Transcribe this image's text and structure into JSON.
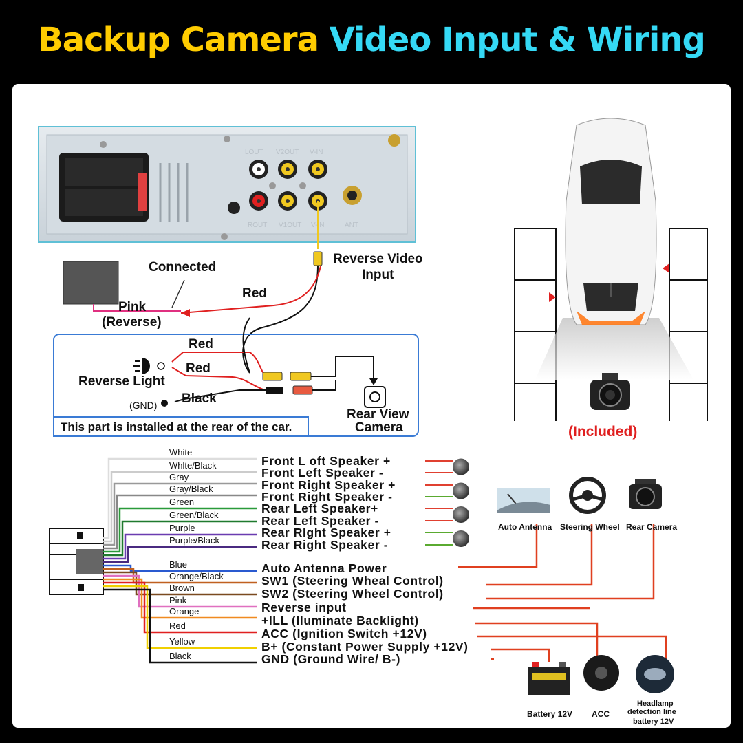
{
  "title": {
    "part1": "Backup Camera",
    "part2": "Video Input & Wiring"
  },
  "colors": {
    "yellow": "#ffcc00",
    "cyan": "#35d9f5",
    "accent_red": "#e0301e",
    "blue_border": "#3a7bd5"
  },
  "head_unit": {
    "port_labels": [
      "LOUT",
      "V2OUT",
      "V-IN",
      "ROUT",
      "V1OUT",
      "V-IN",
      "ANT"
    ],
    "connected_label": "Connected",
    "pink_label": "Pink",
    "reverse_label": "(Reverse)",
    "red_label": "Red",
    "reverse_video_label_line1": "Reverse Video",
    "reverse_video_label_line2": "Input"
  },
  "rear_box": {
    "red_top": "Red",
    "red_mid": "Red",
    "reverse_light": "Reverse Light",
    "gnd": "(GND)",
    "black": "Black",
    "rear_view_line1": "Rear View",
    "rear_view_line2": "Camera",
    "footer": "This part is installed at the rear of the car."
  },
  "car": {
    "included_label": "(Included)"
  },
  "wires": [
    {
      "color": "White",
      "hex": "#dddddd",
      "function": "Front L oft Speaker +"
    },
    {
      "color": "Whlte/Black",
      "hex": "#cccccc",
      "function": "Front Left Speaker -"
    },
    {
      "color": "Gray",
      "hex": "#999999",
      "function": "Front Right Speaker +"
    },
    {
      "color": "Gray/Black",
      "hex": "#888888",
      "function": "Front Right Speaker -"
    },
    {
      "color": "Green",
      "hex": "#2a9a3a",
      "function": "Rear Left Speaker+"
    },
    {
      "color": "Green/Black",
      "hex": "#1f7a2e",
      "function": "Rear Left Speaker -"
    },
    {
      "color": "Purple",
      "hex": "#6a3cb0",
      "function": "Rear RIght Speaker +"
    },
    {
      "color": "Purple/Black",
      "hex": "#4a2a80",
      "function": "Rear Right Speaker -"
    },
    {
      "color": "Blue",
      "hex": "#2a5ad0",
      "function": "Auto Antenna Power"
    },
    {
      "color": "Orange/Black",
      "hex": "#c06020",
      "function": "SW1 (Steering Wheal Control)"
    },
    {
      "color": "Brown",
      "hex": "#7a4a20",
      "function": "SW2 (Steering Wheel Control)"
    },
    {
      "color": "Pink",
      "hex": "#e070c0",
      "function": "Reverse input"
    },
    {
      "color": "Orange",
      "hex": "#f08a20",
      "function": "+ILL (Iluminate Backlight)"
    },
    {
      "color": "Red",
      "hex": "#e02020",
      "function": "ACC (Ignition Switch +12V)"
    },
    {
      "color": "Yellow",
      "hex": "#f0d000",
      "function": "B+ (Constant Power Supply +12V)"
    },
    {
      "color": "Black",
      "hex": "#111111",
      "function": "GND (Ground Wire/ B-)"
    }
  ],
  "accessories": {
    "auto_antenna": "Auto Antenna",
    "steering_wheel": "Steering Wheel",
    "rear_camera": "Rear Camera",
    "battery": "Battery 12V",
    "acc": "ACC",
    "headlamp_line1": "Headlamp",
    "headlamp_line2": "detection line",
    "headlamp_line3": "battery 12V"
  }
}
